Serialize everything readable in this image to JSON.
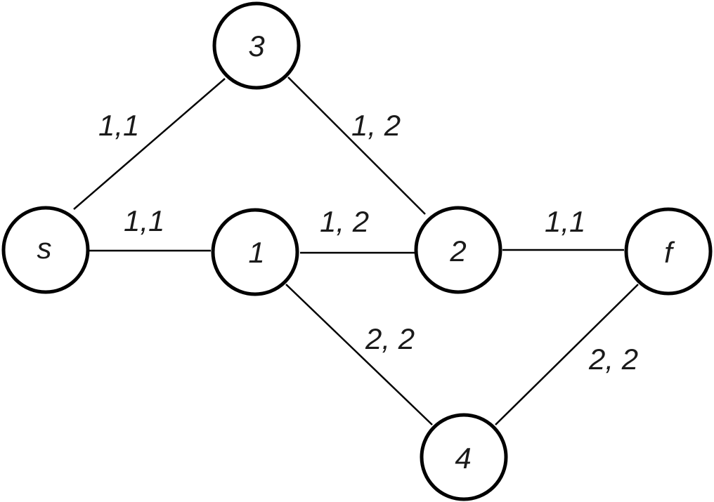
{
  "nodes": [
    {
      "id": "s",
      "label": "s"
    },
    {
      "id": "1",
      "label": "1"
    },
    {
      "id": "2",
      "label": "2"
    },
    {
      "id": "3",
      "label": "3"
    },
    {
      "id": "4",
      "label": "4"
    },
    {
      "id": "f",
      "label": "f"
    }
  ],
  "edges": [
    {
      "from": "s",
      "to": "3",
      "label": "1,1"
    },
    {
      "from": "3",
      "to": "2",
      "label": "1, 2"
    },
    {
      "from": "s",
      "to": "1",
      "label": "1,1"
    },
    {
      "from": "1",
      "to": "2",
      "label": "1, 2"
    },
    {
      "from": "2",
      "to": "f",
      "label": "1,1"
    },
    {
      "from": "1",
      "to": "4",
      "label": "2, 2"
    },
    {
      "from": "4",
      "to": "f",
      "label": "2, 2"
    }
  ]
}
